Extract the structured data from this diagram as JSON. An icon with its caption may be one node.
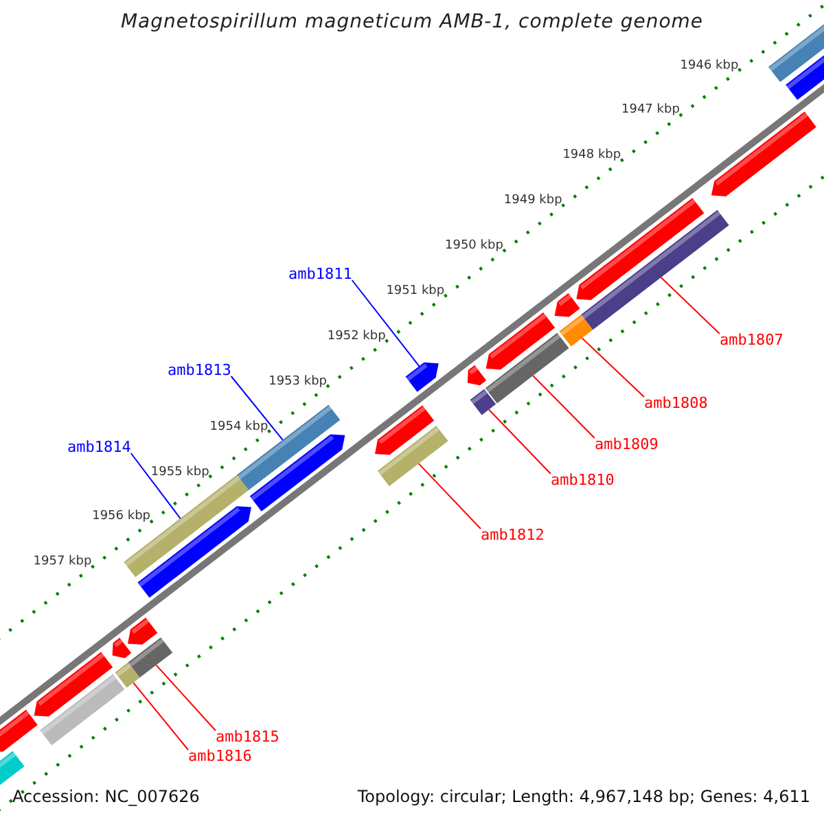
{
  "diagram": {
    "title": "Magnetospirillum magneticum AMB-1, complete genome",
    "nodes": [
      {
        "text": [
          "amb1811"
        ]
      },
      {
        "text": [
          "amb1807"
        ]
      },
      {
        "text": [
          "amb1813"
        ]
      },
      {
        "text": [
          "amb1808"
        ]
      },
      {
        "text": [
          "amb1814"
        ]
      },
      {
        "text": [
          "amb1809"
        ]
      },
      {
        "text": [
          "amb1810"
        ]
      },
      {
        "text": [
          "amb1812"
        ]
      },
      {
        "text": [
          "amb1815"
        ]
      },
      {
        "text": [
          "amb1816"
        ]
      },
      {
        "text": [],
        "shape": "bar"
      },
      {
        "text": [],
        "shape": "arrow"
      },
      {
        "text": [],
        "shape": "bar"
      },
      {
        "text": [],
        "shape": "arrow"
      },
      {
        "text": [],
        "shape": "bar"
      },
      {
        "text": [],
        "shape": "arrow"
      },
      {
        "text": [],
        "shape": "bar"
      },
      {
        "text": [],
        "shape": "arrow"
      },
      {
        "text": [],
        "shape": "arrow"
      },
      {
        "text": [],
        "shape": "bar"
      },
      {
        "text": [],
        "shape": "arrow"
      },
      {
        "text": [],
        "shape": "bar"
      },
      {
        "text": [],
        "shape": "bar"
      },
      {
        "text": [],
        "shape": "arrow"
      },
      {
        "text": [],
        "shape": "arrow"
      },
      {
        "text": [],
        "shape": "bar"
      },
      {
        "text": [],
        "shape": "arrow"
      },
      {
        "text": [],
        "shape": "bar"
      },
      {
        "text": [],
        "shape": "arrow"
      },
      {
        "text": [],
        "shape": "bar"
      },
      {
        "text": [],
        "shape": "arrow"
      },
      {
        "text": [],
        "shape": "bar"
      },
      {
        "text": [],
        "shape": "arrow"
      },
      {
        "text": [],
        "shape": "arrow"
      },
      {
        "text": [],
        "shape": "bar"
      },
      {
        "text": [],
        "shape": "arrow"
      }
    ],
    "edges": [
      {
        "from": 0,
        "to": 24,
        "arrow": "none",
        "color": "#0000ff"
      },
      {
        "from": 1,
        "to": 31,
        "arrow": "none"
      },
      {
        "from": 2,
        "to": 21,
        "arrow": "none",
        "color": "#0000ff"
      },
      {
        "from": 3,
        "to": 29,
        "arrow": "none"
      },
      {
        "from": 4,
        "to": 19,
        "arrow": "none",
        "color": "#0000ff"
      },
      {
        "from": 5,
        "to": 27,
        "arrow": "none"
      },
      {
        "from": 6,
        "to": 25,
        "arrow": "none"
      },
      {
        "from": 7,
        "to": 22,
        "arrow": "none"
      },
      {
        "from": 8,
        "to": 16,
        "arrow": "none"
      },
      {
        "from": 9,
        "to": 14,
        "arrow": "none"
      }
    ],
    "labels": [
      "1946 kbp",
      "1947 kbp",
      "1948 kbp",
      "1949 kbp",
      "1950 kbp",
      "1951 kbp",
      "1952 kbp",
      "1953 kbp",
      "1954 kbp",
      "1955 kbp",
      "1956 kbp",
      "1957 kbp",
      "Accession: NC_007626",
      "Topology: circular; Length: 4,967,148 bp; Genes: 4,611"
    ]
  }
}
